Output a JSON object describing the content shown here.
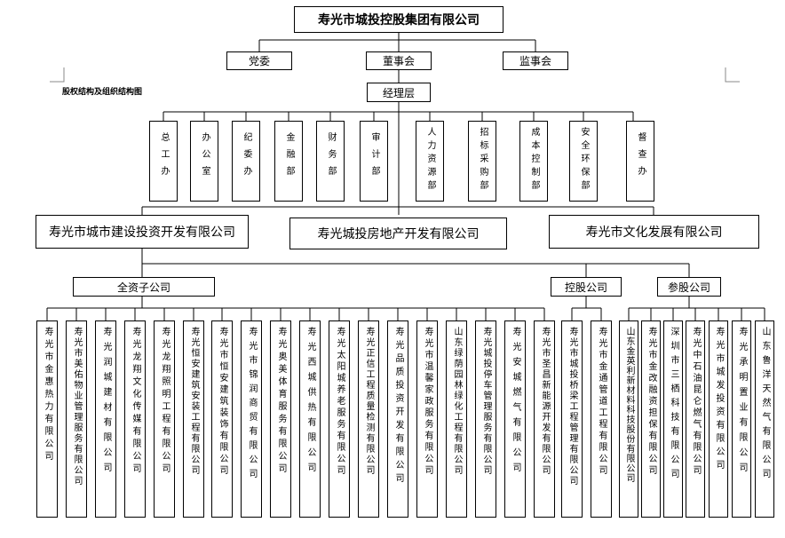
{
  "root": "寿光市城投控股集团有限公司",
  "boards": [
    "党委",
    "董事会",
    "监事会"
  ],
  "caption": "股权结构及组织结构图",
  "manager": "经理层",
  "departments": [
    "总工办",
    "办公室",
    "纪委办",
    "金融部",
    "财务部",
    "审计部",
    "人力资源部",
    "招标采购部",
    "成本控制部",
    "安全环保部",
    "督查办"
  ],
  "companies": [
    "寿光市城市建设投资开发有限公司",
    "寿光城投房地产开发有限公司",
    "寿光市文化发展有限公司"
  ],
  "groups": [
    "全资子公司",
    "控股公司",
    "参股公司"
  ],
  "wholly_owned": [
    "寿光市金惠热力有限公司",
    "寿光市美佑物业管理服务有限公司",
    "寿光润城建材有限公司",
    "寿光龙翔文化传媒有限公司",
    "寿光龙翔照明工程有限公司",
    "寿光恒安建筑安装工程有限公司",
    "寿光市恒安建筑装饰有限公司",
    "寿光市锦润商贸有限公司",
    "寿光奥美体育服务有限公司",
    "寿光西城供热有限公司",
    "寿光太阳城养老服务有限公司",
    "寿光正信工程质量检测有限公司",
    "寿光品质投资开发有限公司",
    "寿光市温馨家政服务有限公司",
    "山东绿荫园林绿化工程有限公司",
    "寿光城投停车管理服务有限公司",
    "寿光安城燃气有限公司",
    "寿光市圣昌新能源开发有限公司"
  ],
  "holding": [
    "寿光市城投桥梁工程管理有限公司",
    "寿光市金通管道工程有限公司"
  ],
  "equity": [
    "山东金英利新材料科技股份有限公司",
    "寿光市金改融资担保有限公司",
    "深圳市三栖科技有限公司",
    "寿光中石油昆仑燃气有限公司",
    "寿光市城发投资有限公司",
    "寿光承明置业有限公司",
    "山东鲁洋天然气有限公司"
  ]
}
